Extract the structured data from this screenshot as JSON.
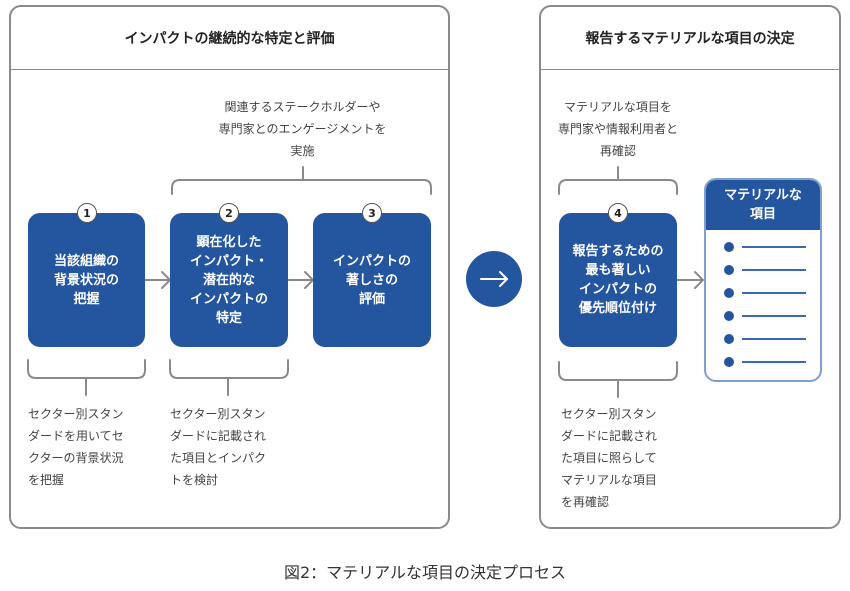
{
  "panels": {
    "left": {
      "title": "インパクトの継続的な特定と評価",
      "top_note": "関連するステークホルダーや\n専門家とのエンゲージメントを\n実施",
      "steps": [
        {
          "number": "1",
          "label": "当該組織の\n背景状況の\n把握"
        },
        {
          "number": "2",
          "label": "顕在化した\nインパクト・\n潜在的な\nインパクトの\n特定"
        },
        {
          "number": "3",
          "label": "インパクトの\n著しさの\n評価"
        }
      ],
      "bottom_notes": [
        "セクター別スタン\nダードを用いてセ\nクターの背景状況\nを把握",
        "セクター別スタン\nダードに記載され\nた項目とインパク\nトを検討"
      ]
    },
    "right": {
      "title": "報告するマテリアルな項目の決定",
      "top_note": "マテリアルな項目を\n専門家や情報利用者と\n再確認",
      "step": {
        "number": "4",
        "label": "報告するための\n最も著しい\nインパクトの\n優先順位付け"
      },
      "bottom_note": "セクター別スタン\nダードに記載され\nた項目に照らして\nマテリアルな項目\nを再確認",
      "material_box": {
        "title": "マテリアルな\n項目",
        "item_count": 6
      }
    }
  },
  "connector_icon": "arrow-right-icon",
  "caption": "図2：マテリアルな項目の決定プロセス",
  "colors": {
    "primary_blue": "#23569f",
    "light_blue_border": "#7f9fcf",
    "border_gray": "#8a8a8a",
    "text": "#333333"
  }
}
